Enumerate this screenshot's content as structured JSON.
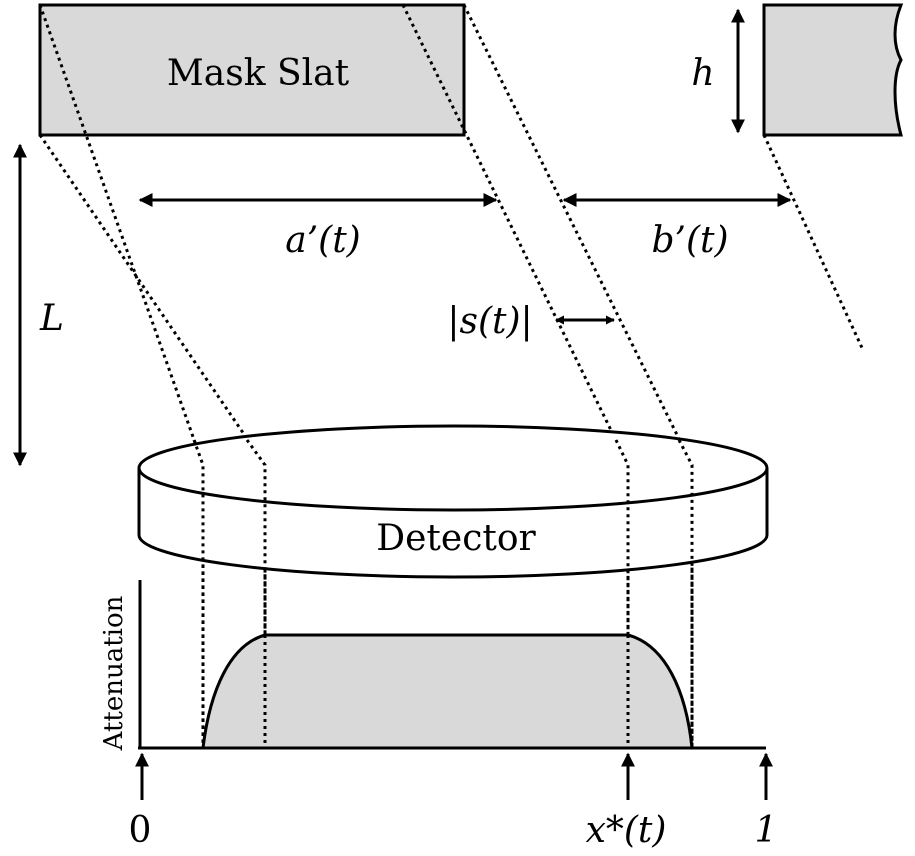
{
  "labels": {
    "mask_slat": "Mask Slat",
    "h": "h",
    "a_prime": "a’(t)",
    "b_prime": "b’(t)",
    "L": "L",
    "s": "|s(t)|",
    "detector": "Detector",
    "attenuation": "Attenuation",
    "x0": "0",
    "xstar": "x*(t)",
    "x1": "1"
  },
  "colors": {
    "fill": "#d9d9d9",
    "stroke": "#000000",
    "background": "#ffffff"
  }
}
